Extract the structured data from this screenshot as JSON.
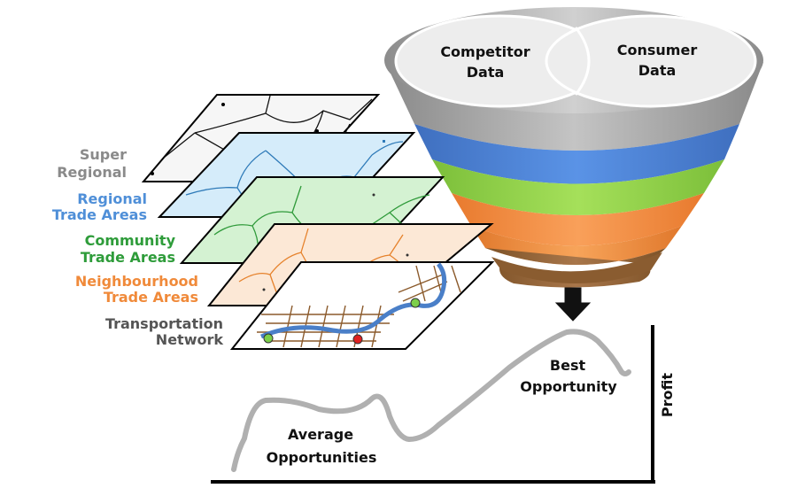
{
  "layer_labels": {
    "super_regional": {
      "line1": "Super",
      "line2": "Regional",
      "color": "#8a8a8a"
    },
    "regional": {
      "line1": "Regional",
      "line2": "Trade Areas",
      "color": "#4f8fd8"
    },
    "community": {
      "line1": "Community",
      "line2": "Trade Areas",
      "color": "#2e9c3a"
    },
    "neighbourhood": {
      "line1": "Neighbourhood",
      "line2": "Trade Areas",
      "color": "#f08a3a"
    },
    "transportation": {
      "line1": "Transportation",
      "line2": "Network",
      "color": "#555555"
    }
  },
  "funnel": {
    "left_circle": {
      "line1": "Competitor",
      "line2": "Data"
    },
    "right_circle": {
      "line1": "Consumer",
      "line2": "Data"
    },
    "band_colors": [
      "#a6a6a6",
      "#4a7fd4",
      "#90d14a",
      "#f58a3a",
      "#f79a48",
      "#9c6a3a"
    ]
  },
  "curve": {
    "peak_label": {
      "line1": "Best",
      "line2": "Opportunity"
    },
    "low_label": {
      "line1": "Average",
      "line2": "Opportunities"
    },
    "axis_label": "Profit"
  }
}
